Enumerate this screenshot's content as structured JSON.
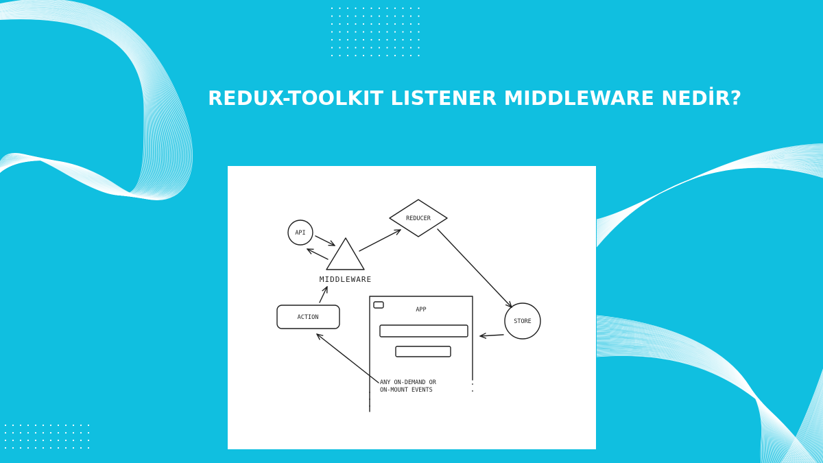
{
  "colors": {
    "background": "#10bfe0",
    "title": "#ffffff",
    "card": "#ffffff",
    "ink": "#1e1e1e"
  },
  "title": "REDUX-TOOLKIT LISTENER MIDDLEWARE NEDİR?",
  "diagram": {
    "api": "API",
    "middleware": "MIDDLEWARE",
    "reducer": "REDUCER",
    "action": "ACTION",
    "app": "APP",
    "store": "STORE",
    "events_line1": "ANY ON-DEMAND OR",
    "events_line2": "ON-MOUNT EVENTS"
  }
}
